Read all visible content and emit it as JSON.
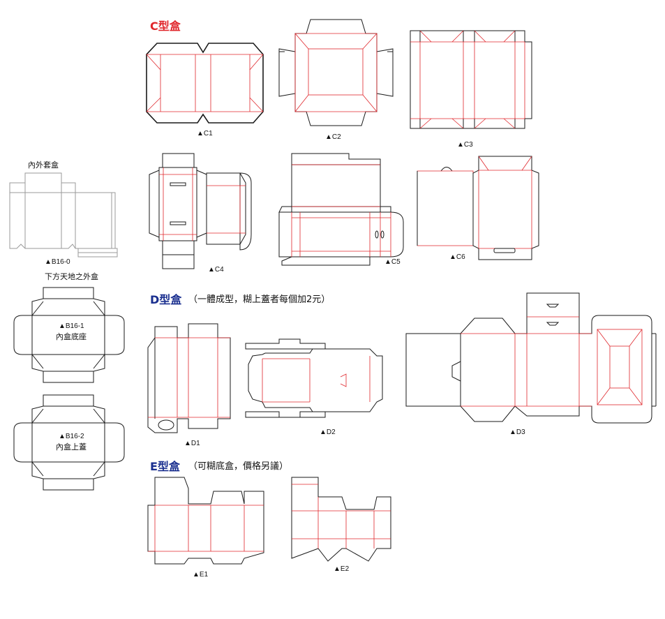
{
  "sections": {
    "c_type": {
      "title": "C型盒"
    },
    "d_type": {
      "title": "D型盒",
      "note": "（一體成型，糊上蓋者每個加2元）"
    },
    "e_type": {
      "title": "E型盒",
      "note": "（可糊底盒，價格另議）"
    }
  },
  "side_labels": {
    "inner_outer": "內外套盒",
    "lid_base": "下方天地之外盒",
    "b16_1_line2": "內盒底座",
    "b16_2_line2": "內盒上蓋"
  },
  "models": {
    "c1": "▲C1",
    "c2": "▲C2",
    "c3": "▲C3",
    "c4": "▲C4",
    "c5": "▲C5",
    "c6": "▲C6",
    "d1": "▲D1",
    "d2": "▲D2",
    "d3": "▲D3",
    "e1": "▲E1",
    "e2": "▲E2",
    "b16_0": "▲B16-0",
    "b16_1": "▲B16-1",
    "b16_2": "▲B16-2"
  },
  "colors": {
    "cut_line": "#1a1a1a",
    "fold_line": "#e0262b",
    "c_title": "#e0262b",
    "de_title": "#1a2f8f"
  }
}
